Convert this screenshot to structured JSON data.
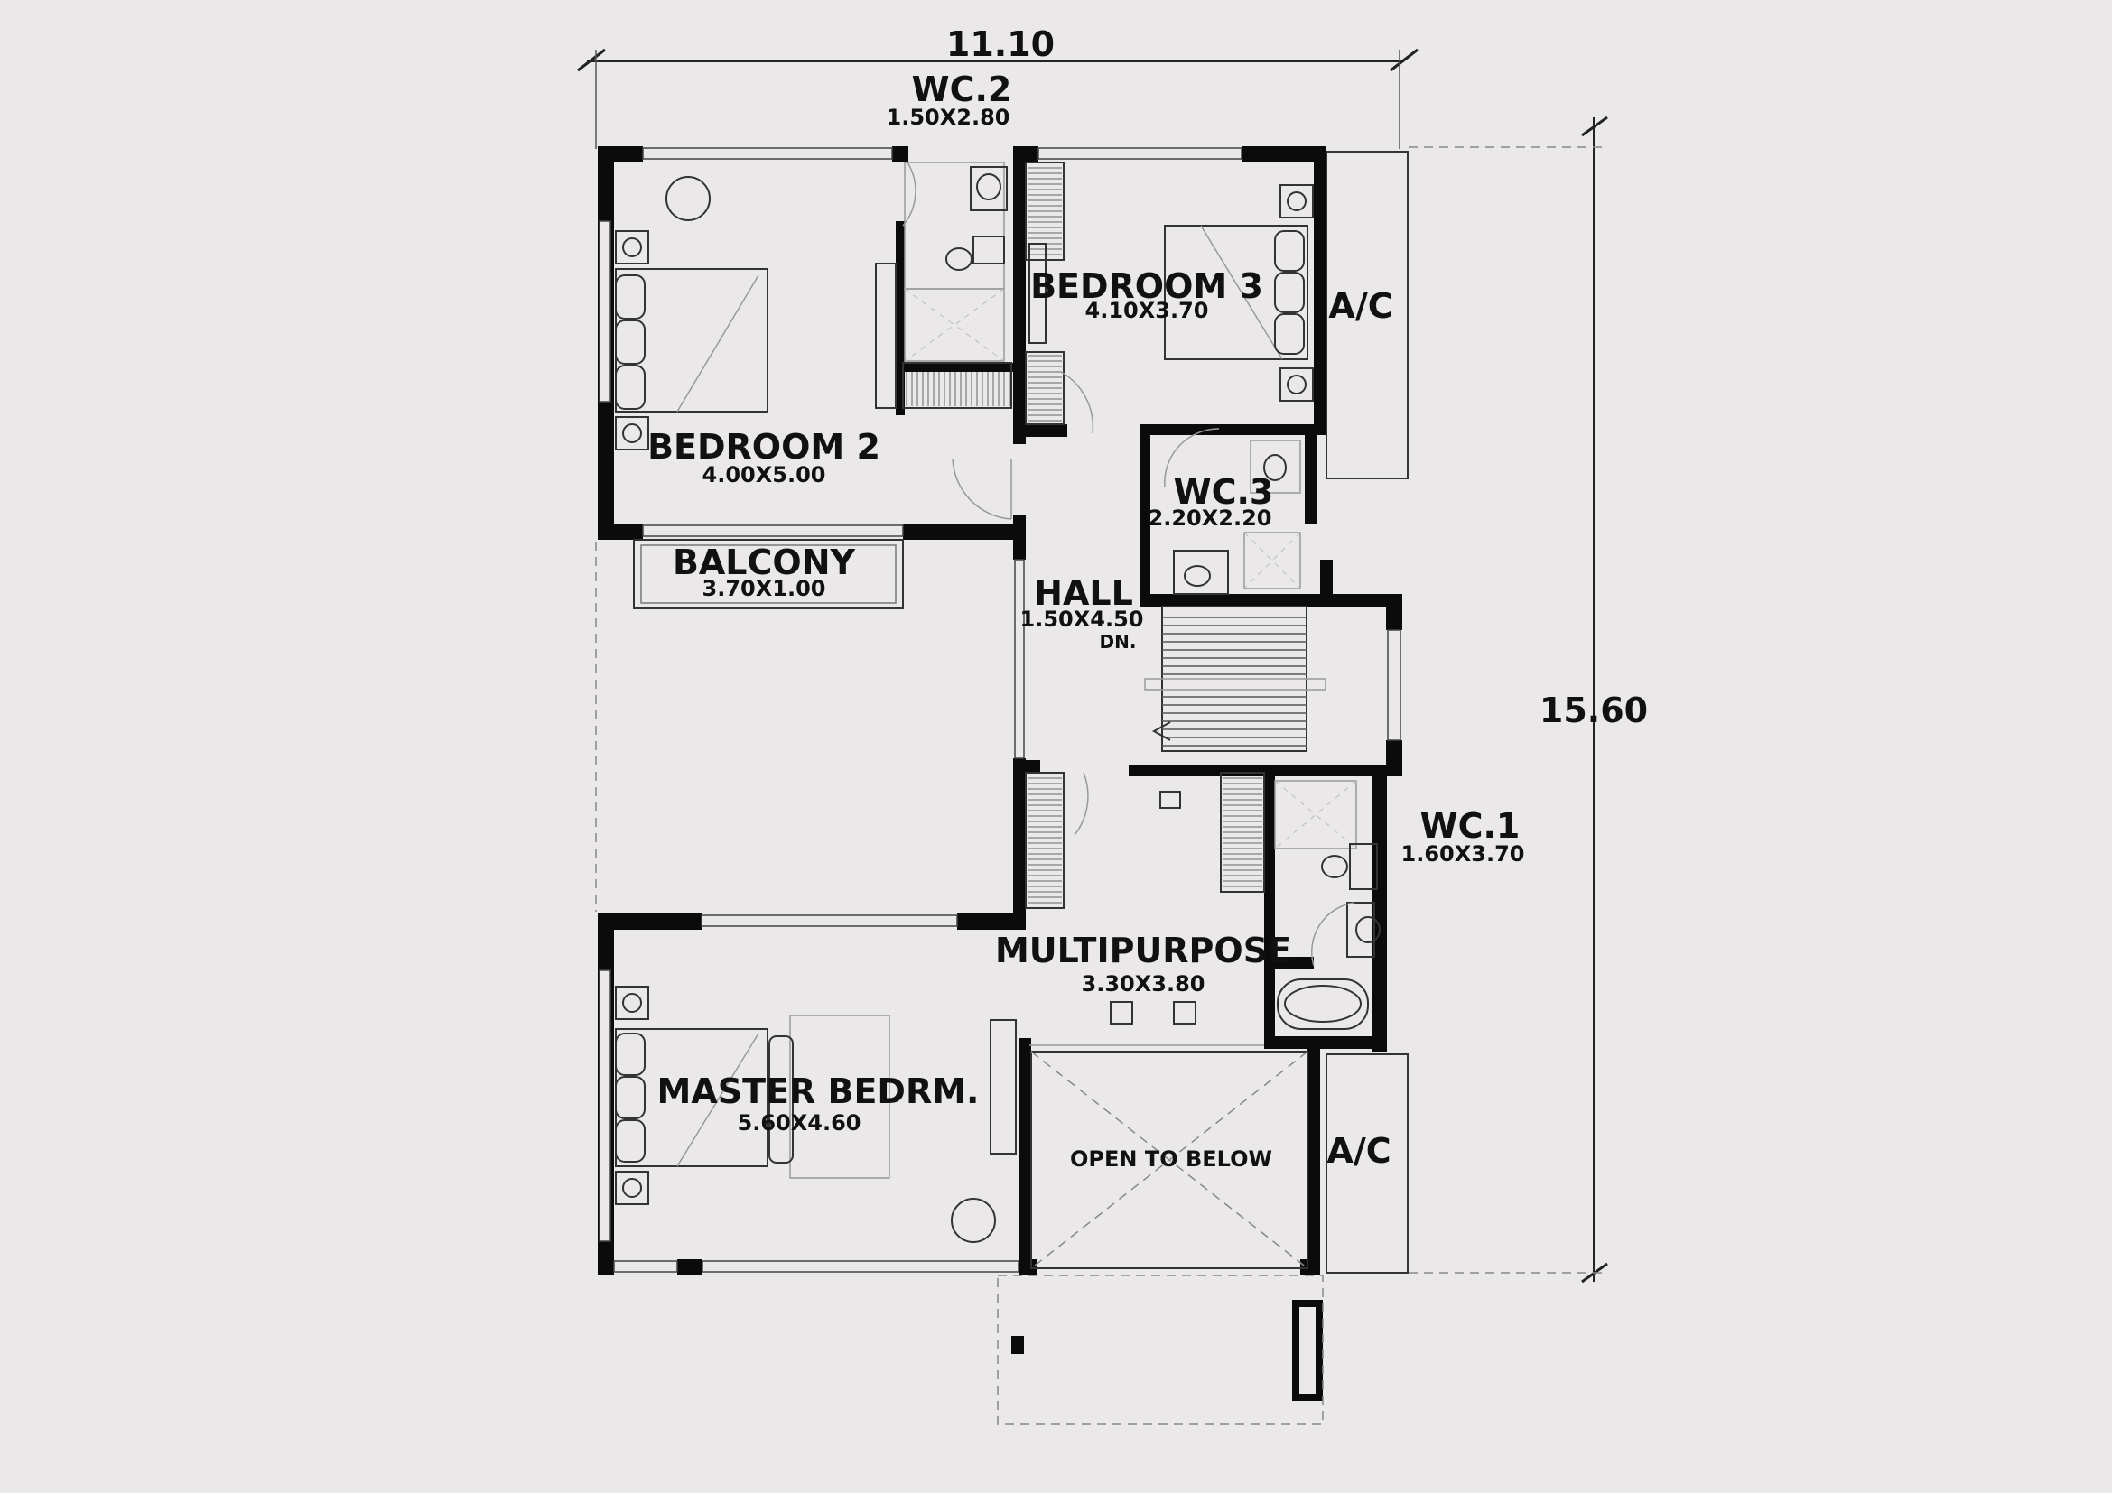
{
  "dimensions": {
    "width_overall": "11.10",
    "depth_overall": "15.60"
  },
  "rooms": {
    "wc2": {
      "name": "WC.2",
      "size": "1.50X2.80"
    },
    "bedroom3": {
      "name": "BEDROOM 3",
      "size": "4.10X3.70"
    },
    "ac_top": {
      "name": "A/C"
    },
    "bedroom2": {
      "name": "BEDROOM 2",
      "size": "4.00X5.00"
    },
    "wc3": {
      "name": "WC.3",
      "size": "2.20X2.20"
    },
    "balcony": {
      "name": "BALCONY",
      "size": "3.70X1.00"
    },
    "hall": {
      "name": "HALL",
      "size": "1.50X4.50",
      "stair_note": "DN."
    },
    "wc1": {
      "name": "WC.1",
      "size": "1.60X3.70"
    },
    "multipurpose": {
      "name": "MULTIPURPOSE",
      "size": "3.30X3.80"
    },
    "master": {
      "name": "MASTER BEDRM.",
      "size": "5.60X4.60"
    },
    "open_to_below": {
      "name": "OPEN TO BELOW"
    },
    "ac_bottom": {
      "name": "A/C"
    }
  },
  "colors": {
    "background": "#eae8e9",
    "wall": "#0b0b0b",
    "line": "#333333"
  }
}
